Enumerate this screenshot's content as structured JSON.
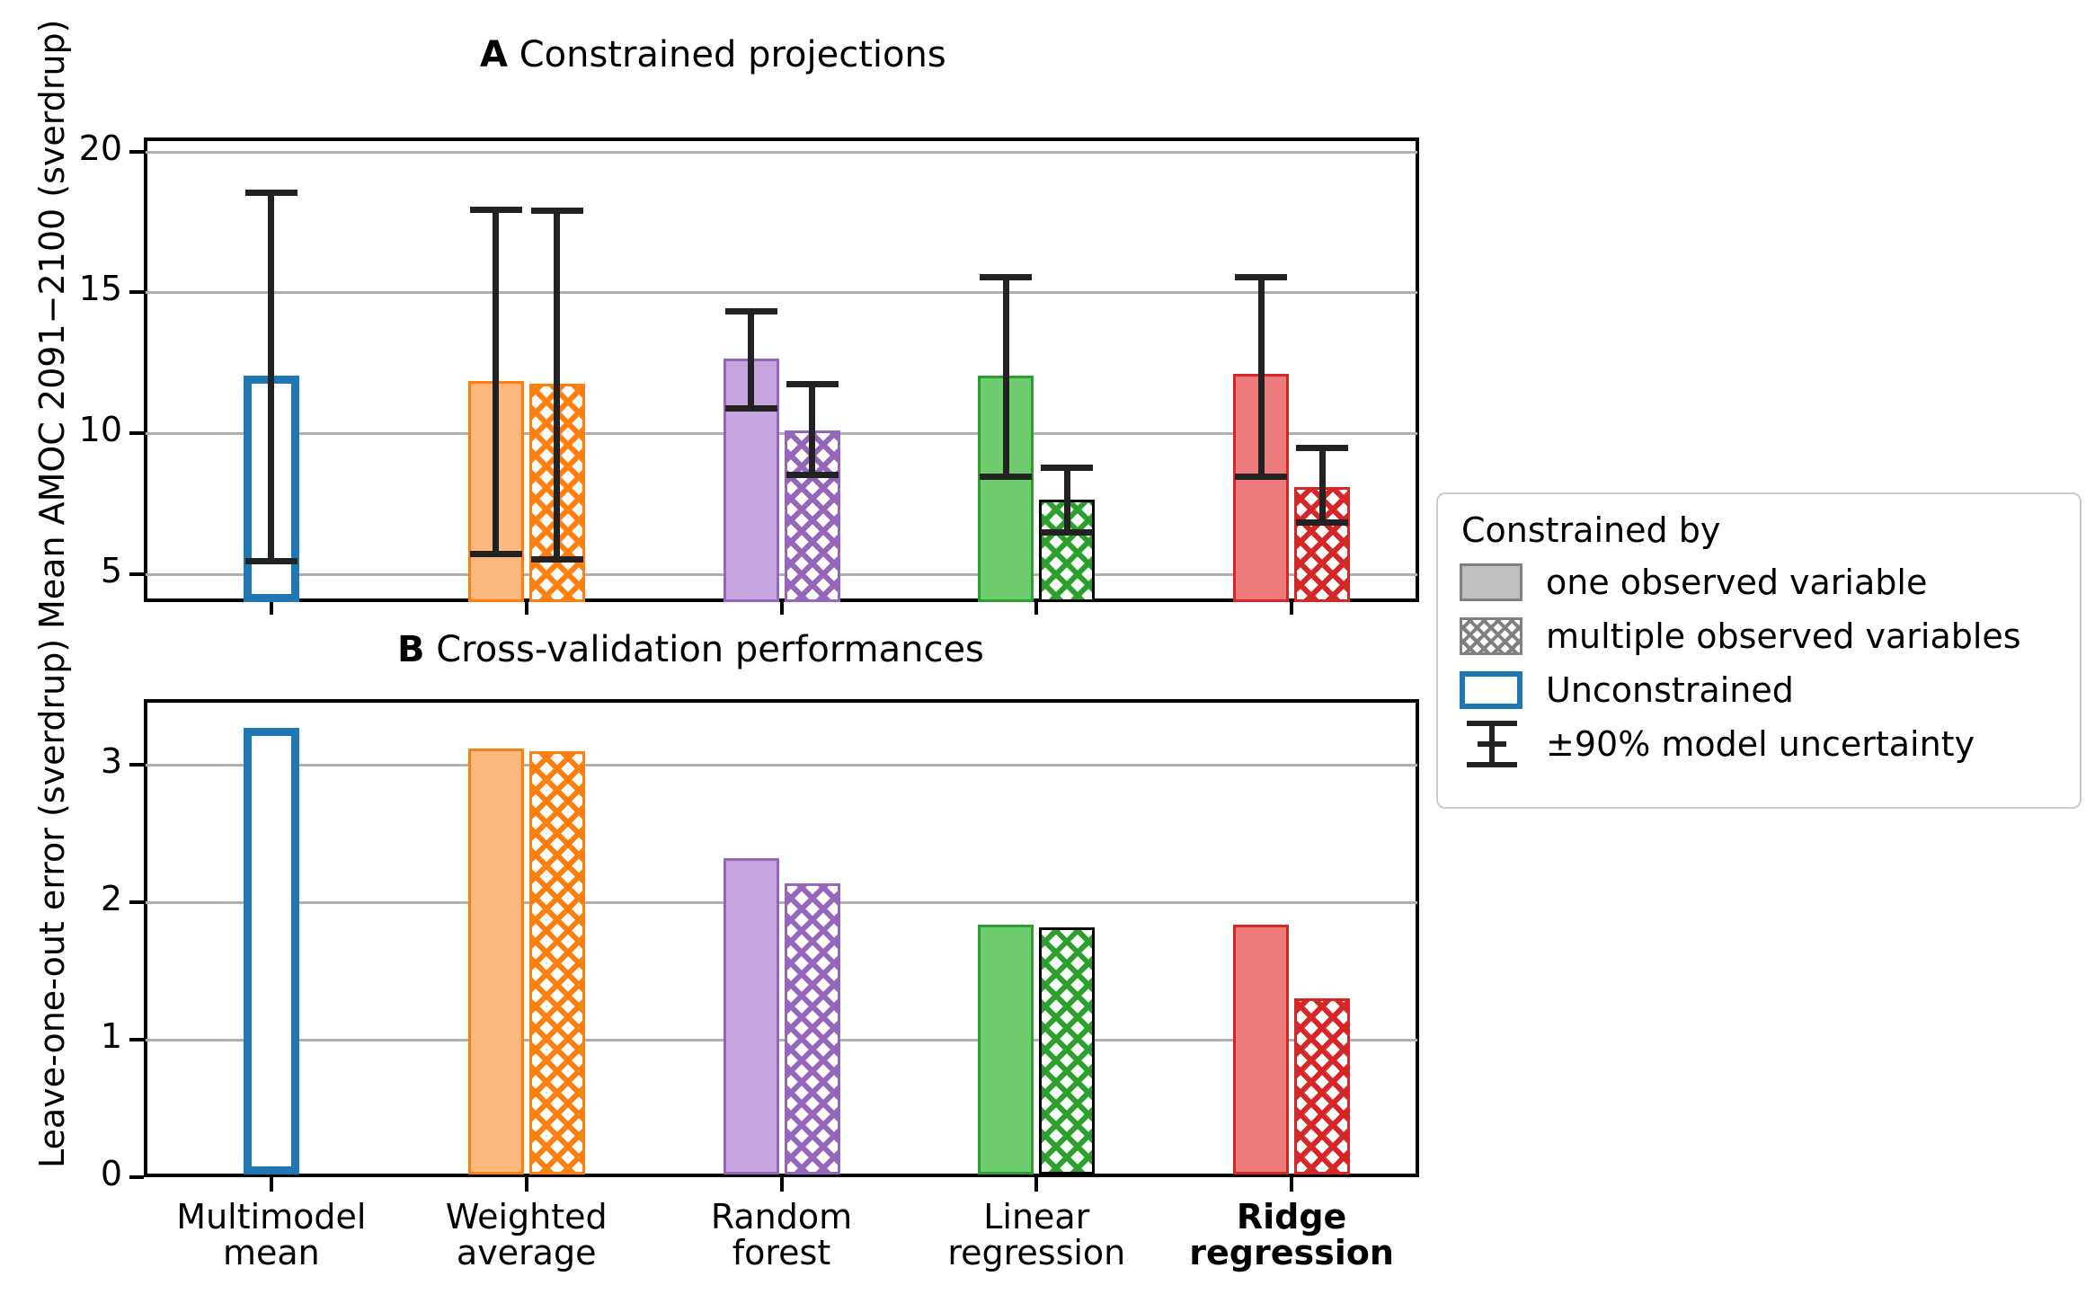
{
  "figure": {
    "panel_a": {
      "tag": "A",
      "title": "Constrained projections",
      "ylabel": "Mean AMOC 2091−2100 (sverdrup)"
    },
    "panel_b": {
      "tag": "B",
      "title": "Cross-validation performances",
      "ylabel": "Leave-one-out error (sverdrup)"
    }
  },
  "legend": {
    "title": "Constrained by",
    "items": [
      {
        "label": "one observed variable",
        "icon": "solid-swatch"
      },
      {
        "label": "multiple observed variables",
        "icon": "hatched-swatch"
      },
      {
        "label": "Unconstrained",
        "icon": "outlined-swatch"
      },
      {
        "label": "±90% model uncertainty",
        "icon": "errorbar-icon"
      }
    ]
  },
  "colors": {
    "unconstrained": "#1f77b4",
    "weighted_average": "#ff7f0e",
    "weighted_average_fill": "#fdb97d",
    "random_forest": "#9467bd",
    "random_forest_fill": "#c4a5dd",
    "linear_regression": "#2ca02c",
    "linear_regression_fill": "#6ecb6e",
    "ridge_regression": "#d62728",
    "ridge_regression_fill": "#ed7b7c",
    "gridline": "#b0b0b0",
    "errorbar": "#222222",
    "legend_swatch": "#bfbfbf",
    "legend_swatch_edge": "#808080"
  },
  "chart_data": [
    {
      "type": "bar",
      "panel": "A",
      "title": "A Constrained projections",
      "xlabel": "",
      "ylabel": "Mean AMOC 2091−2100 (sverdrup)",
      "ylim": [
        4.0,
        20.5
      ],
      "yticks": [
        20,
        15,
        10,
        5
      ],
      "grid": true,
      "legend_position": "right-outside",
      "categories": [
        "Multimodel mean",
        "Weighted average",
        "Random forest",
        "Linear regression",
        "Ridge regression"
      ],
      "series": [
        {
          "name": "one observed variable",
          "hatch": false,
          "values": [
            12.05,
            11.85,
            12.65,
            12.05,
            12.1
          ],
          "err_low": [
            5.45,
            5.7,
            10.85,
            8.45,
            8.45
          ],
          "err_high": [
            18.55,
            17.95,
            14.35,
            15.55,
            15.55
          ]
        },
        {
          "name": "multiple observed variables",
          "hatch": true,
          "values": [
            null,
            11.75,
            10.1,
            7.65,
            8.1
          ],
          "err_low": [
            null,
            5.5,
            8.5,
            6.45,
            6.8
          ],
          "err_high": [
            null,
            17.9,
            11.75,
            8.8,
            9.5
          ]
        }
      ]
    },
    {
      "type": "bar",
      "panel": "B",
      "title": "B Cross-validation performances",
      "xlabel": "",
      "ylabel": "Leave-one-out error (sverdrup)",
      "ylim": [
        0,
        3.48
      ],
      "yticks": [
        3,
        2,
        1,
        0
      ],
      "grid": true,
      "categories": [
        "Multimodel mean",
        "Weighted average",
        "Random forest",
        "Linear regression",
        "Ridge regression"
      ],
      "series": [
        {
          "name": "one observed variable",
          "hatch": false,
          "values": [
            3.27,
            3.12,
            2.32,
            1.84,
            1.84
          ]
        },
        {
          "name": "multiple observed variables",
          "hatch": true,
          "values": [
            null,
            3.1,
            2.14,
            1.82,
            1.3
          ]
        }
      ]
    }
  ],
  "xtick_labels": [
    {
      "line1": "Multimodel",
      "line2": "mean",
      "bold": false
    },
    {
      "line1": "Weighted",
      "line2": "average",
      "bold": false
    },
    {
      "line1": "Random",
      "line2": "forest",
      "bold": false
    },
    {
      "line1": "Linear",
      "line2": "regression",
      "bold": false
    },
    {
      "line1": "Ridge",
      "line2": "regression",
      "bold": true
    }
  ],
  "panel_a_yticks": [
    "20",
    "15",
    "10",
    "5"
  ],
  "panel_b_yticks": [
    "3",
    "2",
    "1",
    "0"
  ]
}
